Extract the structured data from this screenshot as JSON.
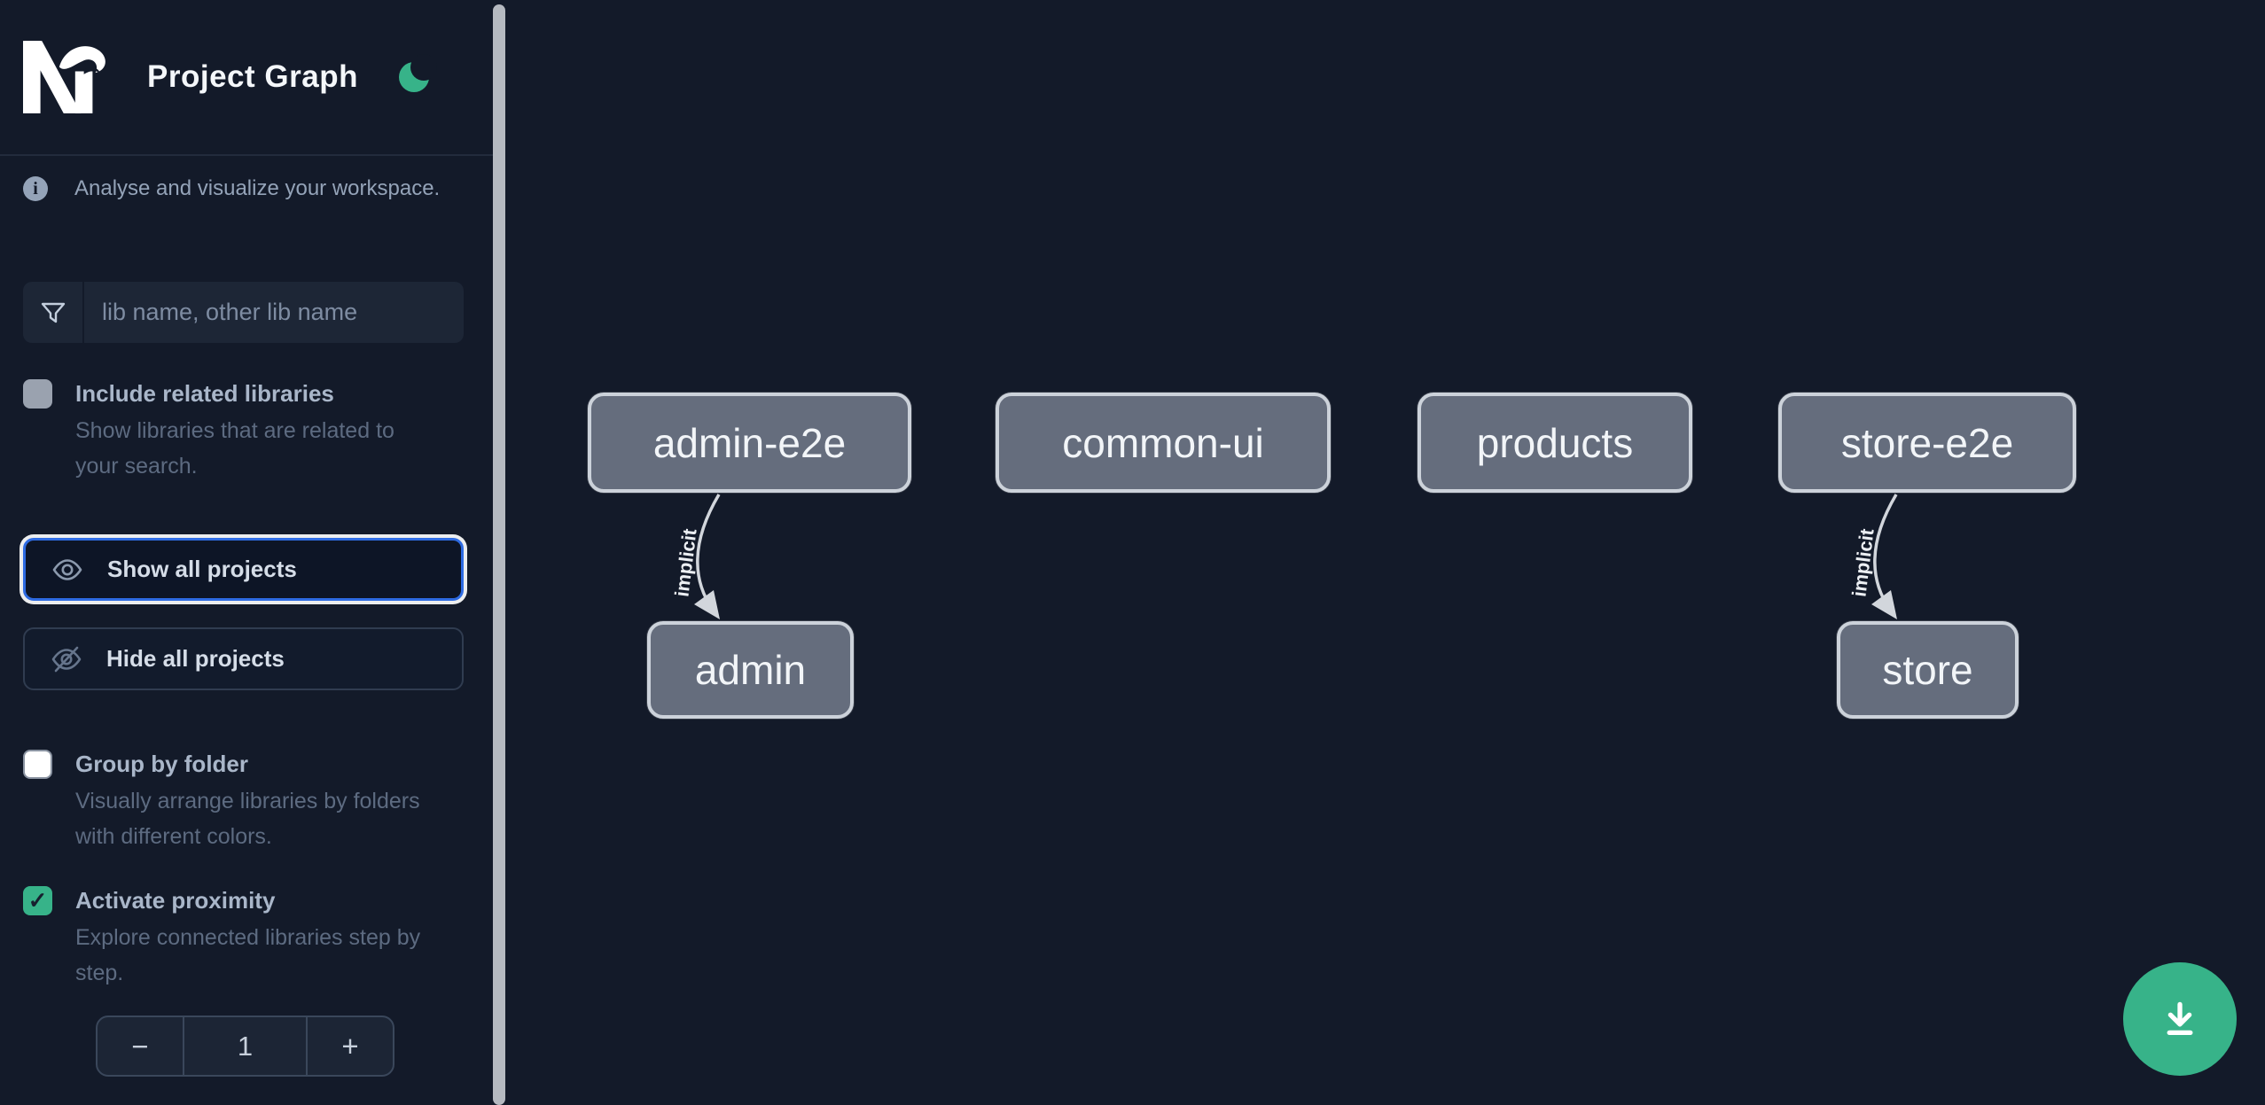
{
  "header": {
    "title": "Project Graph",
    "theme_icon": "moon",
    "accent_color": "#37b389"
  },
  "sidebar": {
    "tagline": "Analyse and visualize your workspace.",
    "search_placeholder": "lib name, other lib name",
    "include_related": {
      "label": "Include related libraries",
      "description": "Show libraries that are related to your search.",
      "checked": false
    },
    "show_all_label": "Show all projects",
    "hide_all_label": "Hide all projects",
    "group_by_folder": {
      "label": "Group by folder",
      "description": "Visually arrange libraries by folders with different colors.",
      "checked": false
    },
    "activate_proximity": {
      "label": "Activate proximity",
      "description": "Explore connected libraries step by step.",
      "checked": true
    },
    "proximity_stepper": {
      "decrement": "−",
      "value": "1",
      "increment": "+"
    }
  },
  "glyphs": {
    "info": "i",
    "check": "✓"
  },
  "graph": {
    "nodes": [
      {
        "label": "admin-e2e"
      },
      {
        "label": "common-ui"
      },
      {
        "label": "products"
      },
      {
        "label": "store-e2e"
      },
      {
        "label": "admin"
      },
      {
        "label": "store"
      }
    ],
    "edges": [
      {
        "source": "admin-e2e",
        "target": "admin",
        "label": "implicit"
      },
      {
        "source": "store-e2e",
        "target": "store",
        "label": "implicit"
      }
    ]
  },
  "colors": {
    "background": "#131a29",
    "node_fill": "#656d7d",
    "node_border": "#ccd2da",
    "accent_green": "#37b389",
    "focus_blue": "#2e6be2",
    "edge": "#d2d6dc"
  },
  "fab": {
    "icon": "download"
  }
}
